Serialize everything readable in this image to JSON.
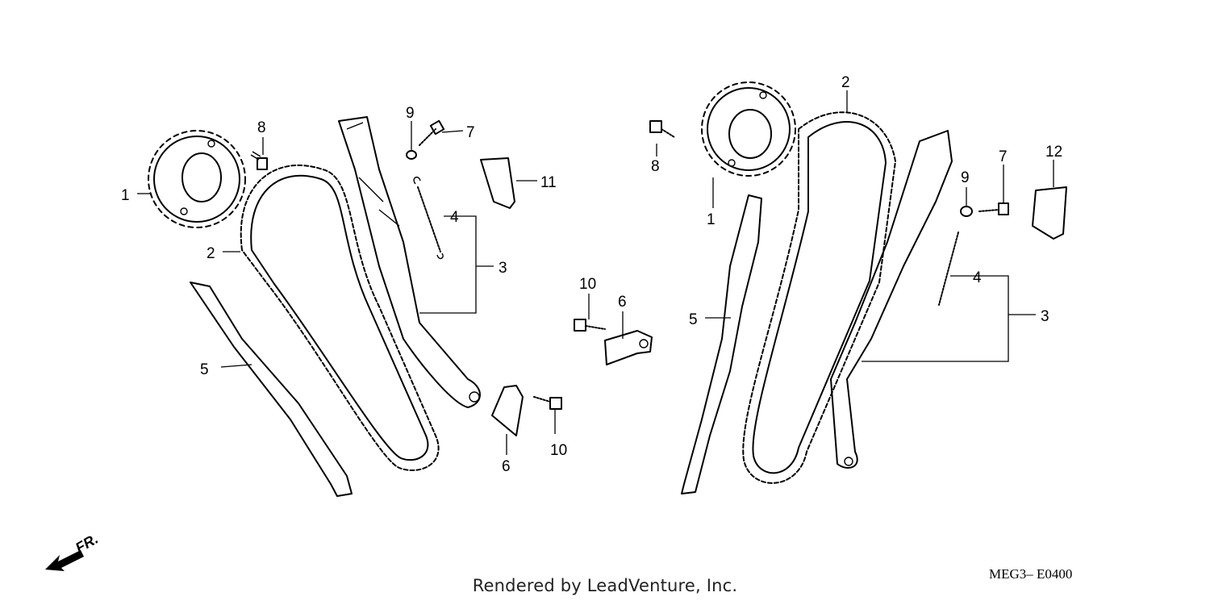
{
  "footer": {
    "rendered_by": "Rendered by LeadVenture, Inc."
  },
  "diagram_code": "MEG3– E0400",
  "front_indicator": {
    "label": "FR.",
    "icon": "front-arrow-icon"
  },
  "callouts": {
    "left": {
      "c1": "1",
      "c2": "2",
      "c3": "3",
      "c4": "4",
      "c5": "5",
      "c6": "6",
      "c6b": "6",
      "c7": "7",
      "c8": "8",
      "c9": "9",
      "c10": "10",
      "c10b": "10",
      "c11": "11"
    },
    "right": {
      "c1": "1",
      "c2": "2",
      "c3": "3",
      "c4": "4",
      "c5": "5",
      "c7": "7",
      "c8": "8",
      "c9": "9",
      "c12": "12"
    }
  }
}
